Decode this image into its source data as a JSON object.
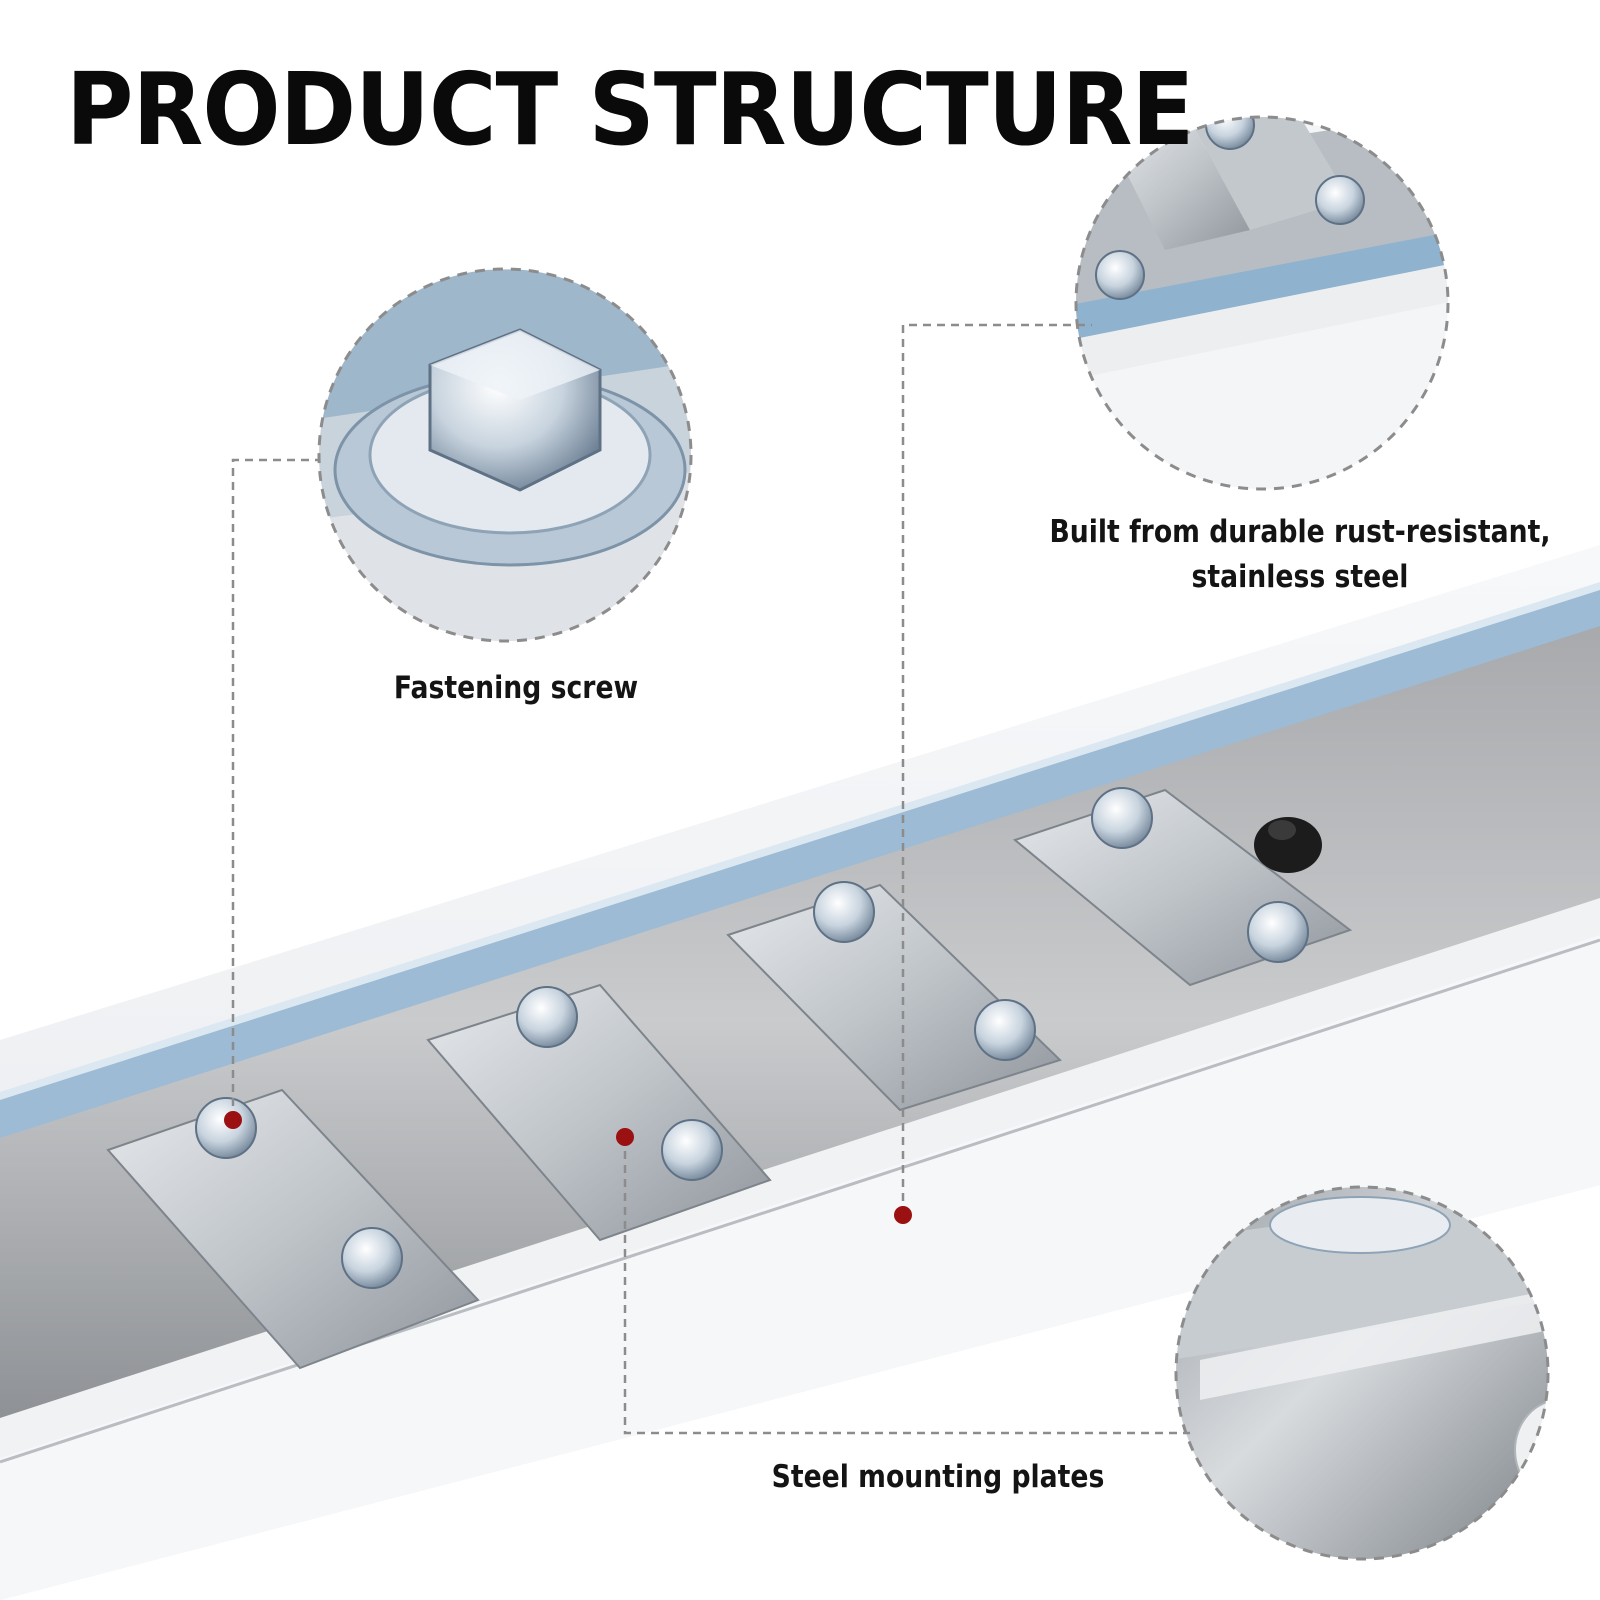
{
  "title": "PRODUCT STRUCTURE",
  "callouts": {
    "fastening_screw": {
      "label": "Fastening screw"
    },
    "stainless_steel": {
      "line1": "Built from durable rust-resistant,",
      "line2": "stainless steel"
    },
    "mounting_plates": {
      "label": "Steel mounting plates"
    }
  },
  "colors": {
    "marker": "#9b1010",
    "text": "#141414",
    "steel_light": "#d9dee4",
    "steel_blue": "#8fb2cf",
    "steel_dark": "#6f7680"
  }
}
